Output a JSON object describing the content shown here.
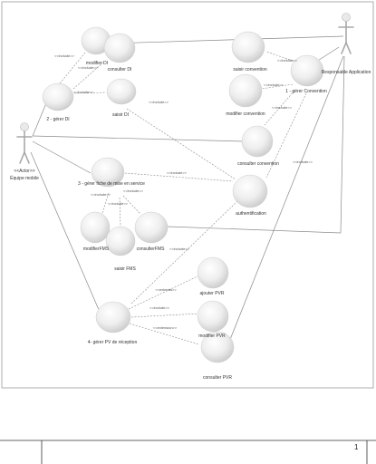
{
  "actors": [
    {
      "id": "equipe",
      "stereotype": "<<Actor>>",
      "name": "Équipe mobile"
    },
    {
      "id": "resp",
      "name": "Responsable Application"
    }
  ],
  "use_cases": [
    {
      "id": "modifierDI",
      "label": "modifier DI"
    },
    {
      "id": "consulterDI",
      "label": "consulter DI"
    },
    {
      "id": "gererDI",
      "label": "2 - gérer DI"
    },
    {
      "id": "saisirDI",
      "label": "saisir DI"
    },
    {
      "id": "saisirConvention",
      "label": "saisir convention"
    },
    {
      "id": "gererConvention",
      "label": "1 - gérer Convention"
    },
    {
      "id": "modifierConvention",
      "label": "modifier convention"
    },
    {
      "id": "consulterConvention",
      "label": "consulter convention"
    },
    {
      "id": "gererFiche",
      "label": "3 - gérer fiche de mise en service"
    },
    {
      "id": "authentification",
      "label": "authentification"
    },
    {
      "id": "modifierFMS",
      "label": "modifierFMS"
    },
    {
      "id": "consulterFMS",
      "label": "consulterFMS"
    },
    {
      "id": "saisirFMS",
      "label": "saisir FMS"
    },
    {
      "id": "ajouterPVR",
      "label": "ajouter PVR"
    },
    {
      "id": "gererPV",
      "label": "4- gérer PV de réception"
    },
    {
      "id": "modifierPVR",
      "label": "modifier PVR"
    },
    {
      "id": "consulterPVR",
      "label": "consulter PVR"
    }
  ],
  "relations": [
    {
      "id": "r1",
      "label": "<<include>>"
    },
    {
      "id": "r2",
      "label": "<<include>>"
    },
    {
      "id": "r3",
      "label": "<<include>>"
    },
    {
      "id": "r4",
      "label": "<<include>>"
    },
    {
      "id": "r5",
      "label": "<<include>>"
    },
    {
      "id": "r6",
      "label": "<<include>>"
    },
    {
      "id": "r7",
      "label": "<<include>>"
    },
    {
      "id": "r8",
      "label": "<<include>>"
    },
    {
      "id": "r9",
      "label": "<<include>>"
    },
    {
      "id": "r10",
      "label": "<<include>>"
    },
    {
      "id": "r11",
      "label": "<<include>>"
    },
    {
      "id": "r12",
      "label": "<<include>>"
    },
    {
      "id": "r13",
      "label": "<<include>>"
    },
    {
      "id": "r14",
      "label": "<<extends>>"
    },
    {
      "id": "r15",
      "label": "<<include>>"
    },
    {
      "id": "r16",
      "label": "<<extension>>"
    }
  ],
  "footer": {
    "page_number": "1"
  }
}
